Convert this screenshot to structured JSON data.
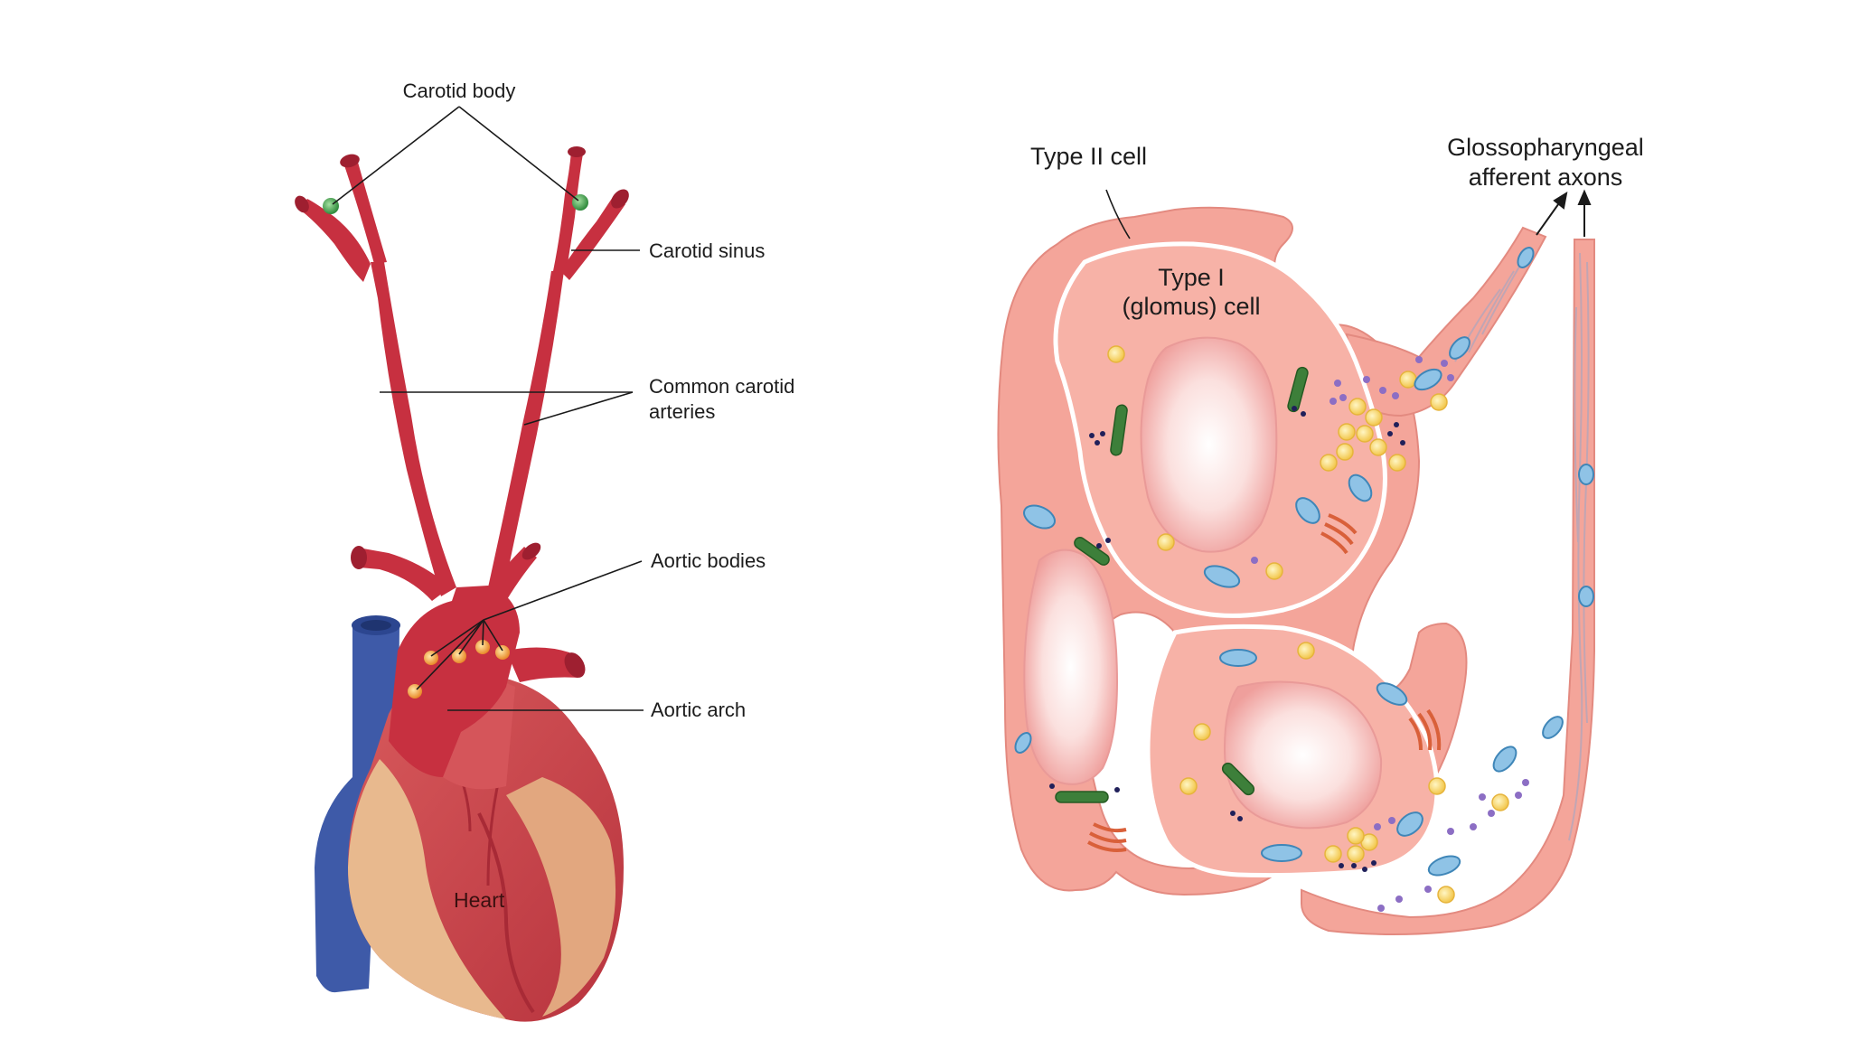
{
  "left_panel": {
    "labels": {
      "carotid_body": "Carotid body",
      "carotid_sinus": "Carotid sinus",
      "common_carotid_line1": "Common carotid",
      "common_carotid_line2": "arteries",
      "aortic_bodies": "Aortic bodies",
      "aortic_arch": "Aortic arch",
      "heart": "Heart"
    }
  },
  "right_panel": {
    "labels": {
      "type2_cell": "Type II cell",
      "type1_line1": "Type I",
      "type1_line2": "(glomus) cell",
      "glosso_line1": "Glossopharyngeal",
      "glosso_line2": "afferent axons"
    }
  },
  "colors": {
    "artery_red": "#c73040",
    "artery_dark": "#9e1f30",
    "vein_blue": "#3e5aa8",
    "heart_red": "#cf4a4e",
    "heart_tan": "#e8b98e",
    "carotid_body_green": "#3c9e4a",
    "aortic_body_orange": "#f0a23c",
    "cell_pink": "#f4a59a",
    "cell_pink_light": "#f8c3b8",
    "nucleus_light": "#fbe3e1",
    "vesicle_yellow": "#f7d66a",
    "mito_blue": "#8fc3e6",
    "er_green": "#3d7f3a",
    "golgi_red": "#d9603a",
    "dot_purple": "#8c6ec4"
  }
}
